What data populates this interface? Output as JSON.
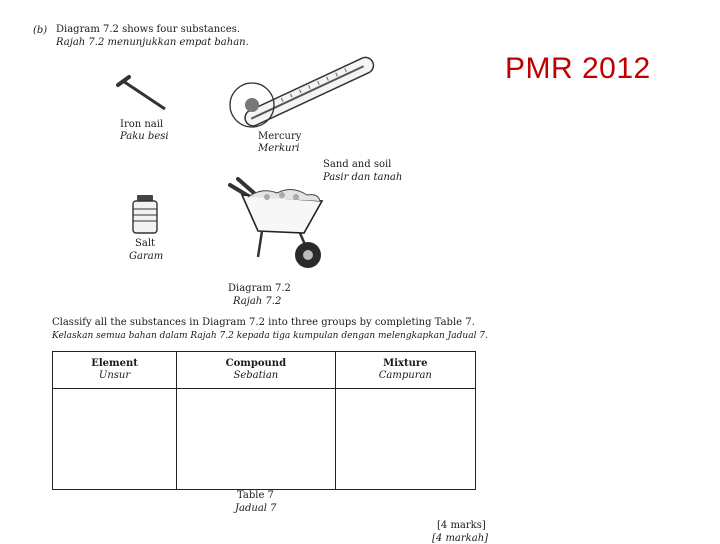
{
  "question": {
    "part_label": "(b)",
    "line_en": "Diagram 7.2 shows four substances.",
    "line_ms": "Rajah 7.2 menunjukkan empat bahan."
  },
  "exam_tag": "PMR 2012",
  "substances": [
    {
      "en": "Iron nail",
      "ms": "Paku besi",
      "icon": "iron-nail-icon"
    },
    {
      "en": "Mercury",
      "ms": "Merkuri",
      "icon": "thermometer-icon"
    },
    {
      "en": "Sand and soil",
      "ms": "Pasir dan tanah",
      "icon": "wheelbarrow-icon"
    },
    {
      "en": "Salt",
      "ms": "Garam",
      "icon": "salt-jar-icon"
    }
  ],
  "diagram_caption": {
    "en": "Diagram 7.2",
    "ms": "Rajah 7.2"
  },
  "instruction": {
    "en": "Classify all the substances in Diagram 7.2 into three groups by completing Table 7.",
    "ms": "Kelaskan semua bahan dalam Rajah 7.2 kepada tiga kumpulan dengan melengkapkan Jadual 7."
  },
  "table": {
    "columns": [
      {
        "en": "Element",
        "ms": "Unsur"
      },
      {
        "en": "Compound",
        "ms": "Sebatian"
      },
      {
        "en": "Mixture",
        "ms": "Campuran"
      }
    ],
    "caption": {
      "en": "Table 7",
      "ms": "Jadual 7"
    }
  },
  "marks": {
    "en": "[4 marks]",
    "ms": "[4 markah]"
  }
}
